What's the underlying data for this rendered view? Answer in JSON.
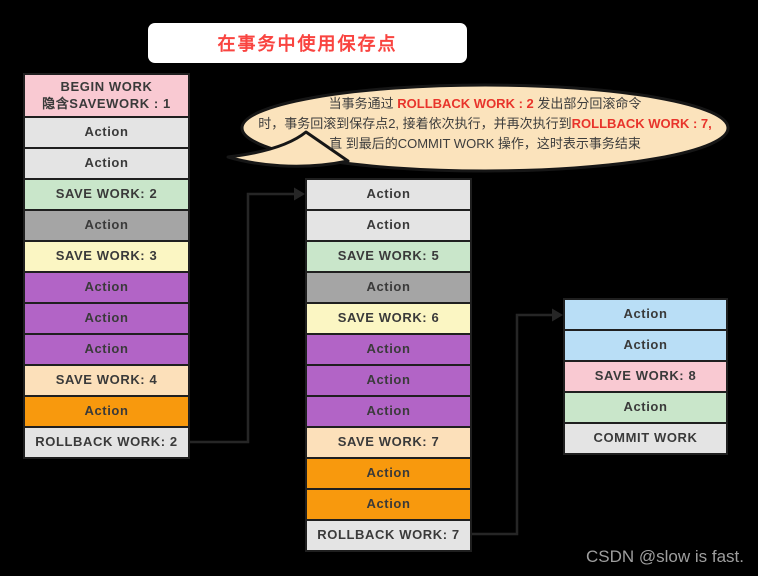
{
  "title": "在事务中使用保存点",
  "bubble": {
    "line1_prefix": "当事务通过 ",
    "line1_em": "ROLLBACK WORK : 2",
    "line1_suffix": " 发出部分回滚命令",
    "line2_prefix": "时，事务回滚到保存点2, 接着依次执行，并再次执行到",
    "line2_em": "ROLLBACK WORK : 7,",
    "line3": "直 到最后的COMMIT WORK 操作，这时表示事务结束"
  },
  "columns": [
    {
      "id": "left",
      "rows": [
        {
          "text": "BEGIN WORK\n隐含SAVEWORK : 1",
          "color": "pink",
          "tall": true,
          "name": "row-begin-work"
        },
        {
          "text": "Action",
          "color": "lightgray",
          "name": "row-action"
        },
        {
          "text": "Action",
          "color": "lightgray",
          "name": "row-action"
        },
        {
          "text": "SAVE WORK: 2",
          "color": "green",
          "name": "row-save-work-2"
        },
        {
          "text": "Action",
          "color": "darkgray",
          "name": "row-action"
        },
        {
          "text": "SAVE WORK: 3",
          "color": "yellow",
          "name": "row-save-work-3"
        },
        {
          "text": "Action",
          "color": "purple",
          "name": "row-action"
        },
        {
          "text": "Action",
          "color": "purple",
          "name": "row-action"
        },
        {
          "text": "Action",
          "color": "purple",
          "name": "row-action"
        },
        {
          "text": "SAVE WORK: 4",
          "color": "peach",
          "name": "row-save-work-4"
        },
        {
          "text": "Action",
          "color": "orange",
          "name": "row-action"
        },
        {
          "text": "ROLLBACK WORK: 2",
          "color": "lightgray",
          "name": "row-rollback-work-2"
        }
      ]
    },
    {
      "id": "middle",
      "rows": [
        {
          "text": "Action",
          "color": "lightgray",
          "name": "row-action"
        },
        {
          "text": "Action",
          "color": "lightgray",
          "name": "row-action"
        },
        {
          "text": "SAVE WORK: 5",
          "color": "green",
          "name": "row-save-work-5"
        },
        {
          "text": "Action",
          "color": "darkgray",
          "name": "row-action"
        },
        {
          "text": "SAVE WORK: 6",
          "color": "yellow",
          "name": "row-save-work-6"
        },
        {
          "text": "Action",
          "color": "purple",
          "name": "row-action"
        },
        {
          "text": "Action",
          "color": "purple",
          "name": "row-action"
        },
        {
          "text": "Action",
          "color": "purple",
          "name": "row-action"
        },
        {
          "text": "SAVE WORK: 7",
          "color": "peach",
          "name": "row-save-work-7"
        },
        {
          "text": "Action",
          "color": "orange",
          "name": "row-action"
        },
        {
          "text": "Action",
          "color": "orange",
          "name": "row-action"
        },
        {
          "text": "ROLLBACK WORK: 7",
          "color": "lightgray",
          "name": "row-rollback-work-7"
        }
      ]
    },
    {
      "id": "right",
      "rows": [
        {
          "text": "Action",
          "color": "blue",
          "name": "row-action"
        },
        {
          "text": "Action",
          "color": "blue",
          "name": "row-action"
        },
        {
          "text": "SAVE WORK: 8",
          "color": "pink",
          "name": "row-save-work-8"
        },
        {
          "text": "Action",
          "color": "green",
          "name": "row-action"
        },
        {
          "text": "COMMIT WORK",
          "color": "lightgray",
          "name": "row-commit-work"
        }
      ]
    }
  ],
  "watermark": "CSDN @slow is fast.",
  "palette": {
    "canvas_bg": "#000000",
    "ink": "#1f1f1f",
    "text_dark": "#3a3a3a",
    "title_red": "#f94440",
    "bubble_fill": "#fbe3bc",
    "bubble_em_red": "#e8342b",
    "watermark_gray": "#9e9e9e",
    "pink": "#f9c9d2",
    "lightgray": "#e4e4e4",
    "green": "#c9e6ca",
    "darkgray": "#a5a5a5",
    "yellow": "#fbf6c3",
    "purple": "#b264c6",
    "peach": "#fce0ba",
    "orange": "#f8990d",
    "blue": "#b9def6"
  }
}
